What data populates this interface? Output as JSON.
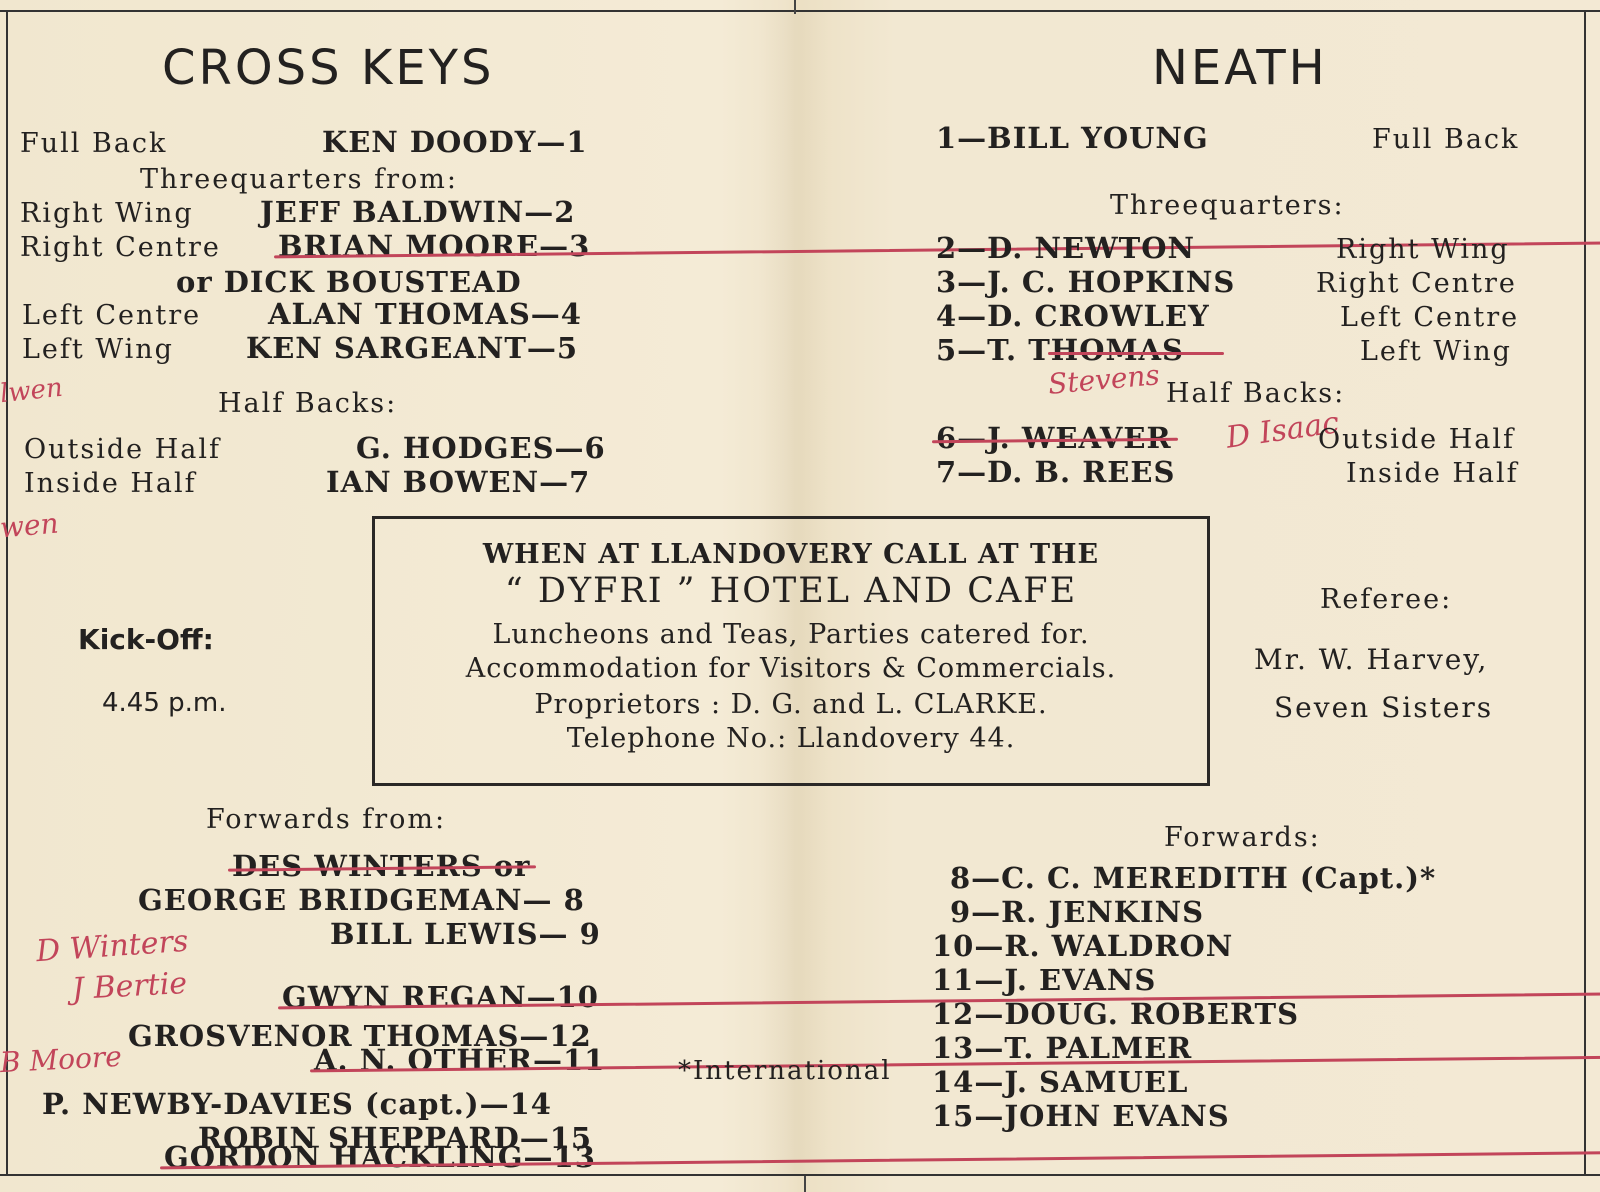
{
  "left": {
    "title": "CROSS KEYS",
    "full_back_label": "Full Back",
    "full_back_name": "KEN DOODY—1",
    "threequarters_heading": "Threequarters from:",
    "right_wing_label": "Right Wing",
    "right_wing_name": "JEFF BALDWIN—2",
    "right_centre_label": "Right Centre",
    "right_centre_name": "BRIAN MOORE—3",
    "right_centre_alt": "or DICK BOUSTEAD",
    "left_centre_label": "Left Centre",
    "left_centre_name": "ALAN THOMAS—4",
    "left_wing_label": "Left Wing",
    "left_wing_name": "KEN SARGEANT—5",
    "half_backs_heading": "Half Backs:",
    "outside_half_label": "Outside Half",
    "outside_half_name": "G. HODGES—6",
    "inside_half_label": "Inside Half",
    "inside_half_name": "IAN BOWEN—7",
    "kickoff_label": "Kick-Off:",
    "kickoff_time": "4.45 p.m.",
    "forwards_heading": "Forwards from:",
    "forwards": [
      "DES WINTERS or",
      "GEORGE BRIDGEMAN— 8",
      "BILL LEWIS— 9",
      "GWYN REGAN—10",
      "A. N. OTHER—11",
      "GROSVENOR THOMAS—12",
      "GORDON HACKLING—13",
      "P. NEWBY-DAVIES (capt.)—14",
      "ROBIN SHEPPARD—15"
    ],
    "international_note": "*International"
  },
  "right": {
    "title": "NEATH",
    "full_back_name": "1—BILL YOUNG",
    "full_back_label": "Full Back",
    "threequarters_heading": "Threequarters:",
    "threequarters": [
      {
        "name": "2—D. NEWTON",
        "position": "Right Wing"
      },
      {
        "name": "3—J. C. HOPKINS",
        "position": "Right Centre"
      },
      {
        "name": "4—D. CROWLEY",
        "position": "Left Centre"
      },
      {
        "name": "5—T. THOMAS",
        "position": "Left Wing"
      }
    ],
    "half_backs_heading": "Half Backs:",
    "half_backs": [
      {
        "name": "6—J. WEAVER",
        "position": "Outside Half"
      },
      {
        "name": "7—D. B. REES",
        "position": "Inside Half"
      }
    ],
    "referee_label": "Referee:",
    "referee_name": "Mr. W. Harvey,",
    "referee_place": "Seven Sisters",
    "forwards_heading": "Forwards:",
    "forwards": [
      "8—C. C. MEREDITH (Capt.)*",
      "9—R. JENKINS",
      "10—R. WALDRON",
      "11—J. EVANS",
      "12—DOUG. ROBERTS",
      "13—T. PALMER",
      "14—J. SAMUEL",
      "15—JOHN EVANS"
    ]
  },
  "advert": {
    "line1": "WHEN AT LLANDOVERY CALL AT THE",
    "line2": "“ DYFRI ” HOTEL AND CAFE",
    "line3": "Luncheons and Teas, Parties catered for.",
    "line4": "Accommodation for Visitors & Commercials.",
    "line5": "Proprietors : D. G. and L. CLARKE.",
    "line6": "Telephone No.: Llandovery 44."
  },
  "handwritten": {
    "left_margin_1": "lwen",
    "left_margin_2": "wen",
    "d_winters": "D Winters",
    "j_bertie": "J Bertie",
    "b_moore": "B Moore",
    "stevens": "Stevens",
    "d_isaac": "D Isaac"
  },
  "colors": {
    "paper": "#f2e8d2",
    "ink": "#232120",
    "correction_red": "#c2455a"
  }
}
